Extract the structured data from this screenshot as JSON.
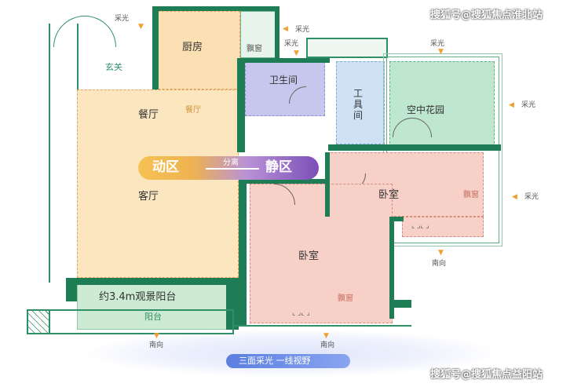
{
  "watermark_top": "搜狐号@搜狐焦点淮北站",
  "watermark_bottom": "搜狐号@搜狐焦点益阳站",
  "rooms": {
    "kitchen": "厨房",
    "entrance": "玄关",
    "bathroom": "卫生间",
    "utility": "工具间",
    "sky_garden": "空中花园",
    "dining": "餐厅",
    "dining_tag": "餐厅",
    "living": "客厅",
    "bedroom1": "卧室",
    "bedroom2": "卧室",
    "balcony_title": "约3.4m观景阳台",
    "balcony": "阳台",
    "bay1": "飘窗",
    "bay2": "飘窗",
    "bay3": "飘窗"
  },
  "zones": {
    "dynamic": "动区",
    "separate": "分离",
    "quiet": "静区"
  },
  "lighting": "采光",
  "south": "南向",
  "bottom_banner": "三面采光 一线视野",
  "colors": {
    "wall": "#1f7d55",
    "kitchen": "#fbe0b4",
    "dining_living": "#fbe6c0",
    "bathroom": "#c7c6ec",
    "utility": "#cfe2f5",
    "garden": "#bfe6cf",
    "bedroom": "#f7d1c8",
    "balcony": "#cdebd3",
    "zone_dynamic": "#f3b84a",
    "zone_quiet": "#7b4fb8"
  }
}
